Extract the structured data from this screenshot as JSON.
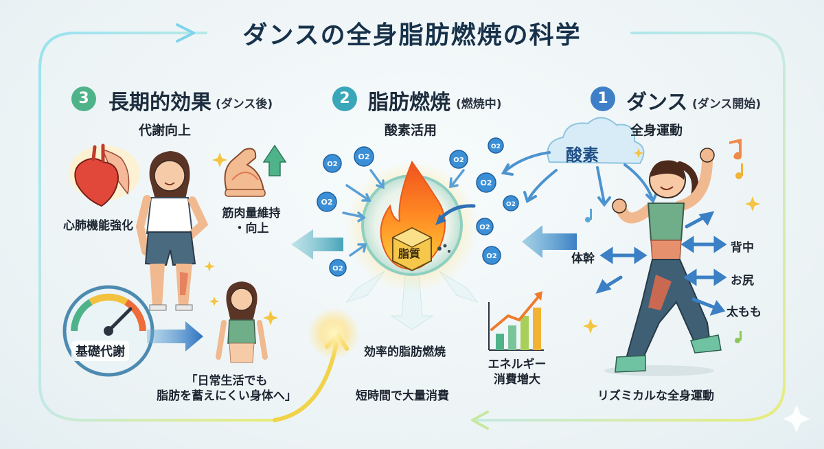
{
  "title": "ダンスの全身脂肪燃焼の科学",
  "stages": [
    {
      "number": "1",
      "heading": "ダンス",
      "sub": "(ダンス開始)",
      "caption": "全身運動",
      "color": "#3f7fc8"
    },
    {
      "number": "2",
      "heading": "脂肪燃焼",
      "sub": "(燃焼中)",
      "caption": "酸素活用",
      "color": "#3aa6b9"
    },
    {
      "number": "3",
      "heading": "長期的効果",
      "sub": "(ダンス後)",
      "caption": "代謝向上",
      "color": "#4fb38a"
    }
  ],
  "dance": {
    "oxygen_cloud": "酸素",
    "body_parts": [
      "体幹",
      "背中",
      "お尻",
      "太もも"
    ],
    "bottom_caption": "リズミカルな全身運動"
  },
  "burn": {
    "fat_label": "脂質",
    "oxygen_symbol": "O2",
    "efficient_label": "効率的脂肪燃焼",
    "energy_label_line1": "エネルギー",
    "energy_label_line2": "消費増大",
    "bottom_caption": "短時間で大量消費"
  },
  "long_term": {
    "cardio_label": "心肺機能強化",
    "muscle_label_line1": "筋肉量維持",
    "muscle_label_line2": "・向上",
    "metabolism_label": "基礎代謝",
    "quote_line1": "「日常生活でも",
    "quote_line2": "脂肪を蓄えにくい身体へ」"
  },
  "colors": {
    "ring_start": "#7fd3ea",
    "ring_end": "#e6e95a",
    "arrow_blue": "#3b7fc4",
    "flame": "#f5862a"
  }
}
